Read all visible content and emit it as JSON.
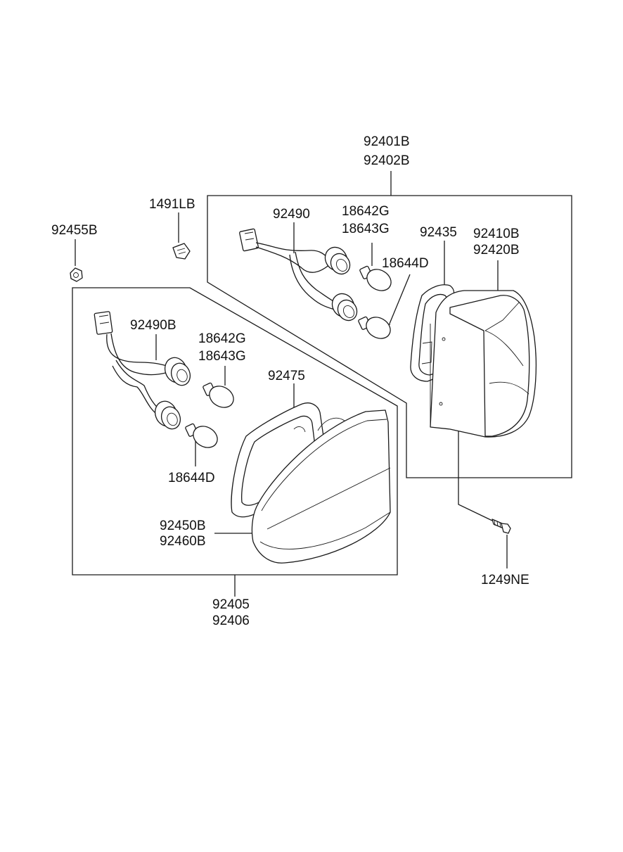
{
  "labels": {
    "a_top_1": "92401B",
    "a_top_2": "92402B",
    "clip": "1491LB",
    "nut": "92455B",
    "harness_upper": "92490",
    "bulb_upper_1": "18642G",
    "bulb_upper_2": "18643G",
    "bulb_upper_3": "18644D",
    "gasket_upper": "92435",
    "lens_upper_1": "92410B",
    "lens_upper_2": "92420B",
    "harness_lower": "92490B",
    "bulb_lower_1": "18642G",
    "bulb_lower_2": "18643G",
    "gasket_lower": "92475",
    "bulb_lower_3": "18644D",
    "lens_lower_1": "92450B",
    "lens_lower_2": "92460B",
    "screw": "1249NE",
    "b_bottom_1": "92405",
    "b_bottom_2": "92406"
  }
}
